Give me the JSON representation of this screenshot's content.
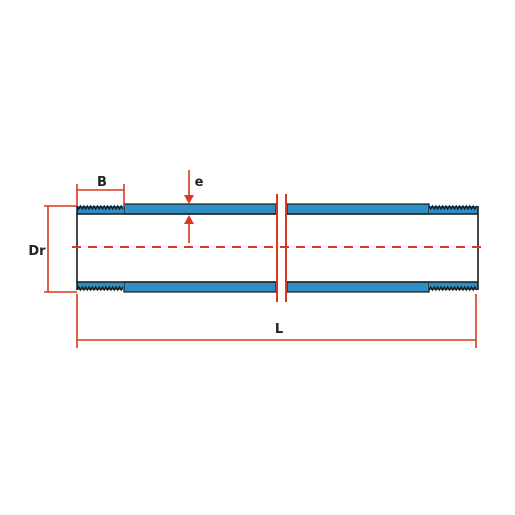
{
  "labels": {
    "thread_length": "B",
    "wall_thickness": "e",
    "outer_diameter": "Dr",
    "total_length": "L"
  },
  "colors": {
    "pipe_wall": "#2f8fc4",
    "pipe_outline": "#1a1a1a",
    "dimension": "#d9391e",
    "centerline": "#d9391e",
    "text": "#222222"
  }
}
